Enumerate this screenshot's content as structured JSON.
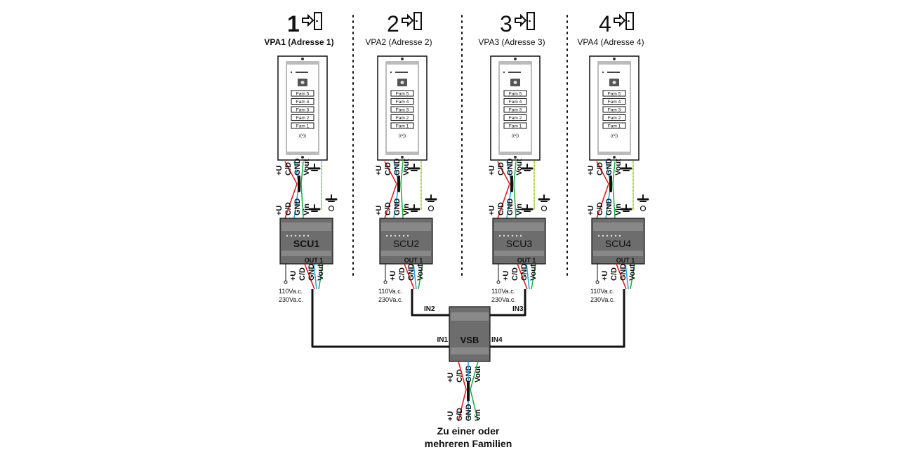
{
  "stations": [
    {
      "number": "1",
      "title": "VPA1 (Adresse 1)",
      "unit": "SCU1",
      "bold": true
    },
    {
      "number": "2",
      "title": "VPA2 (Adresse 2)",
      "unit": "SCU2",
      "bold": false
    },
    {
      "number": "3",
      "title": "VPA3 (Adresse 3)",
      "unit": "SCU3",
      "bold": false
    },
    {
      "number": "4",
      "title": "VPA4 (Adresse 4)",
      "unit": "SCU4",
      "bold": false
    }
  ],
  "panel": {
    "buttons": [
      "Fam 5",
      "Fam 4",
      "Fam 3",
      "Fam 2",
      "Fam 1"
    ],
    "speaker": "((•))"
  },
  "wires": {
    "vpa_terminals": [
      "+U",
      "C/D",
      "GND",
      "Vout"
    ],
    "scu_in_terminals": [
      "+U",
      "C/D",
      "GND",
      "Vin"
    ],
    "scu_out_label": "OUT 1",
    "scu_out_terminals": [
      "+U",
      "C/D",
      "GND",
      "Vout"
    ],
    "power_line1": "110Va.c.",
    "power_line2": "230Va.c."
  },
  "vsb": {
    "label": "VSB",
    "inputs": [
      "IN1",
      "IN2",
      "IN3",
      "IN4"
    ],
    "out_terminals": [
      "+U",
      "C/D",
      "GND",
      "Vout"
    ]
  },
  "family": {
    "terminals": [
      "+U",
      "C/D",
      "GND",
      "Vin"
    ],
    "line1": "Zu einer oder",
    "line2": "mehreren Familien"
  },
  "colors": {
    "red": "#e02020",
    "blue": "#2aa7e0",
    "green": "#22b14c",
    "dashed_green": "#9ad11f",
    "black": "#111111",
    "box": "#6d6d6d"
  }
}
